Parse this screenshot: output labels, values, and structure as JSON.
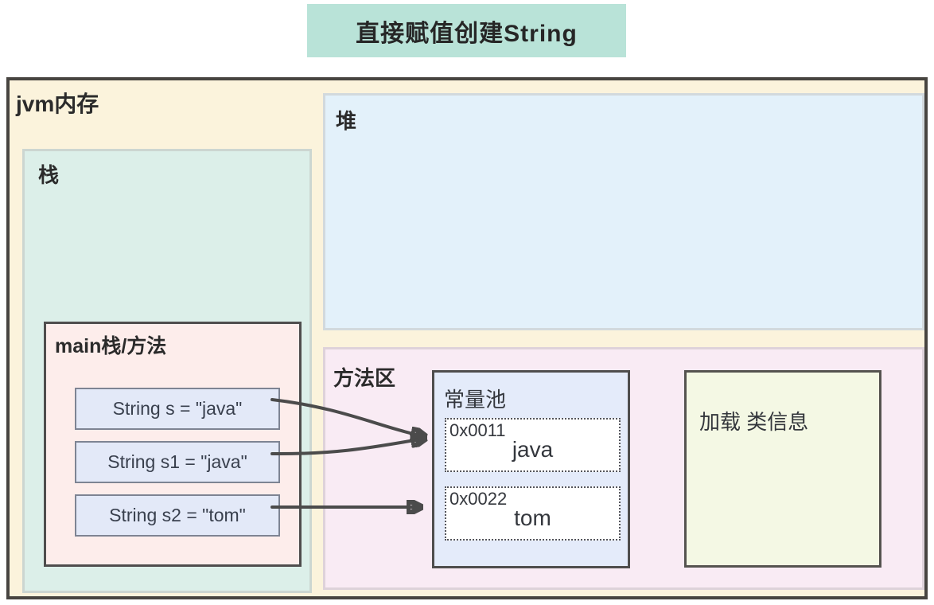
{
  "title": "直接赋值创建String",
  "colors": {
    "title_bg": "#b9e3d8",
    "jvm_bg": "#fbf3dc",
    "stack_bg": "#dcefe9",
    "heap_bg": "#e3f1fa",
    "method_area_bg": "#f9ebf4",
    "main_frame_bg": "#fdedeb",
    "var_box_bg": "#e3e9f8",
    "constant_pool_bg": "#e4ebfa",
    "class_info_bg": "#f4f8e4",
    "arrow": "#4b4b4b"
  },
  "jvm": {
    "label": "jvm内存",
    "stack": {
      "label": "栈",
      "main_frame": {
        "label": "main栈/方法",
        "vars": [
          {
            "text": "String s = \"java\""
          },
          {
            "text": "String s1 = \"java\""
          },
          {
            "text": "String s2 = \"tom\""
          }
        ]
      }
    },
    "heap": {
      "label": "堆"
    },
    "method_area": {
      "label": "方法区",
      "constant_pool": {
        "label": "常量池",
        "entries": [
          {
            "address": "0x0011",
            "value": "java"
          },
          {
            "address": "0x0022",
            "value": "tom"
          }
        ]
      },
      "class_info": {
        "label": "加载 类信息"
      }
    }
  },
  "arrows": [
    {
      "from": "String s",
      "to": "0x0011"
    },
    {
      "from": "String s1",
      "to": "0x0011"
    },
    {
      "from": "String s2",
      "to": "0x0022"
    }
  ]
}
